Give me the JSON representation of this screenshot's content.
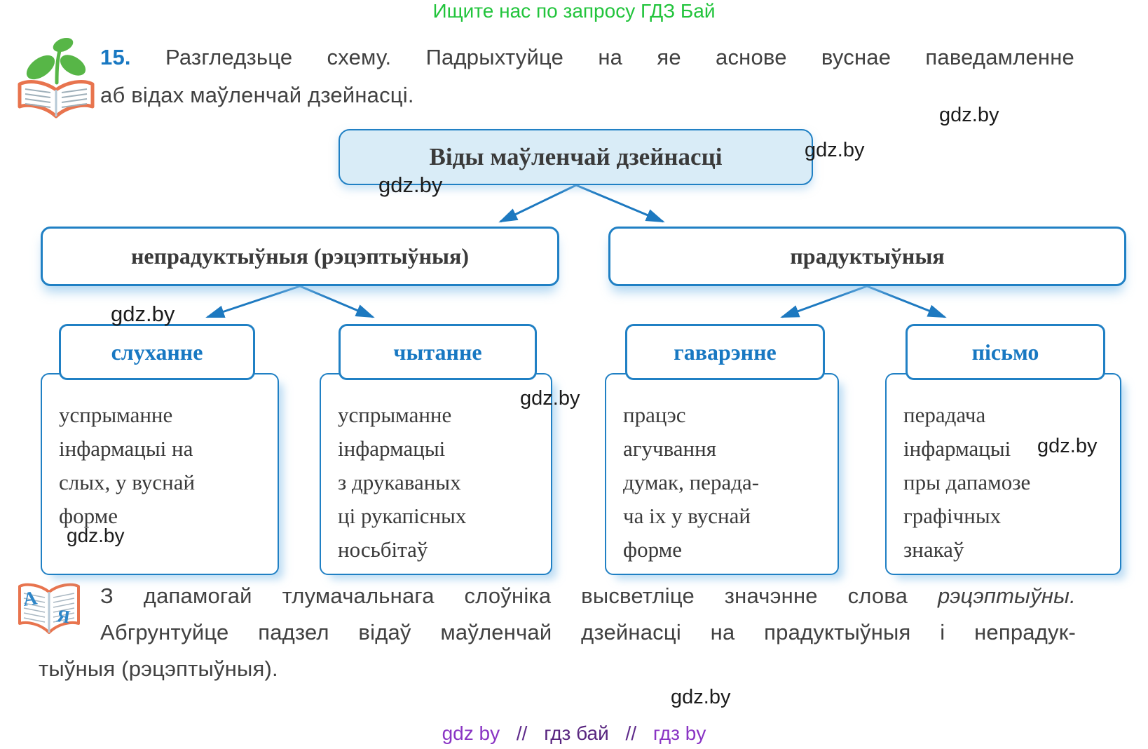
{
  "header": {
    "promo": "Ищите нас по запросу ГДЗ Бай"
  },
  "task": {
    "number": "15.",
    "line1": "Разгледзьце схему. Падрыхтуйце на яе аснове вуснае паведамленне",
    "line2": "аб відах маўленчай дзейнасці."
  },
  "diagram": {
    "root": "Віды маўленчай дзейнасці",
    "branches": [
      {
        "label": "непрадуктыўныя (рэцэптыўныя)"
      },
      {
        "label": "прадуктыўныя"
      }
    ],
    "leaves": [
      {
        "label": "слуханне",
        "desc": "успрыманне\nінфармацыі на\nслых, у вуснай\nформе"
      },
      {
        "label": "чытанне",
        "desc": "успрыманне\nінфармацыі\nз друкаваных\nці рукапісных\nносьбітаў"
      },
      {
        "label": "гаварэнне",
        "desc": "працэс\nагучвання\nдумак, перада-\nча іх у вуснай\nформе"
      },
      {
        "label": "пісьмо",
        "desc": "перадача\nінфармацыі\nпры дапамозе\nграфічных\nзнакаў"
      }
    ]
  },
  "exercise2": {
    "line1_normal": "З дапамогай тлумачальнага слоўніка высветліце значэнне слова",
    "line1_italic": "рэцэптыўны.",
    "line2": "Абгрунтуйце падзел відаў маўленчай дзейнасці на прадуктыўныя і непрадук-",
    "line3": "тыўныя (рэцэптыўныя)."
  },
  "watermarks": {
    "site": "gdz.by"
  },
  "footer": {
    "seg1": "gdz by",
    "sep1": "//",
    "seg2": "гдз бай",
    "sep2": "//",
    "seg3": "гдз by"
  },
  "colors": {
    "accent_blue": "#2080c4",
    "label_blue": "#1878c2",
    "promo_green": "#22c43c",
    "footer_purple": "#7a2fa8",
    "box_fill_light_blue": "#d9ecf7",
    "body_text": "#414141"
  }
}
